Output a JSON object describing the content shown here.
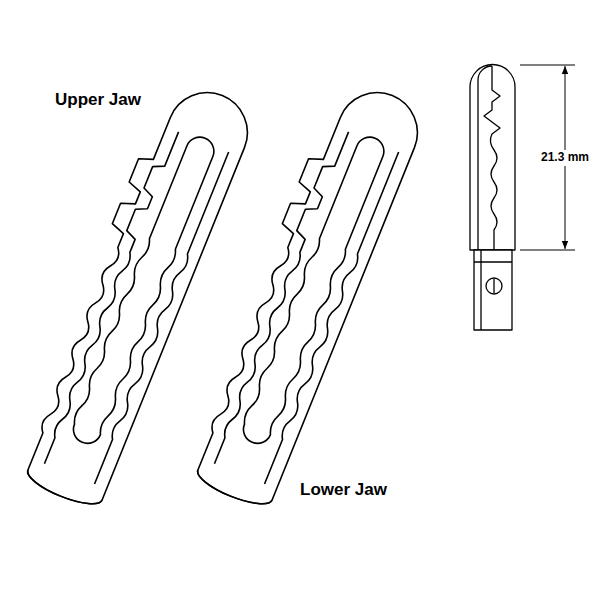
{
  "diagram": {
    "labels": [
      "Upper Jaw",
      "Lower Jaw",
      "21.3 mm"
    ]
  }
}
